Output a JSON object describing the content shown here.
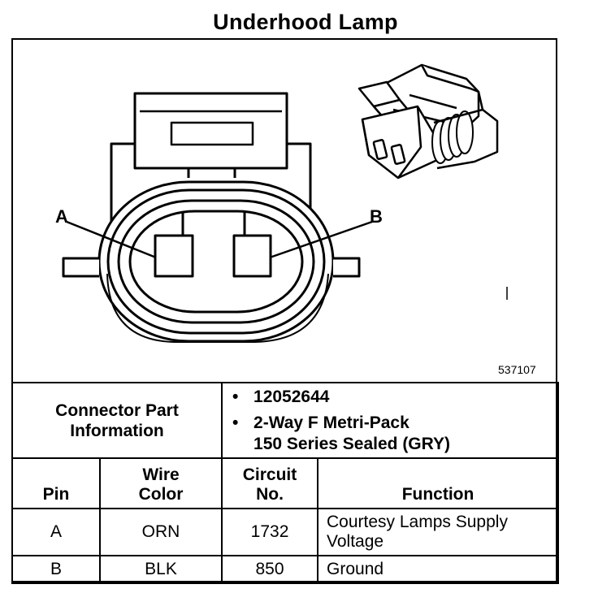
{
  "title": "Underhood Lamp",
  "figure": {
    "figure_number": "537107",
    "pin_labels": [
      "A",
      "B"
    ]
  },
  "connector_info": {
    "label": "Connector Part Information",
    "items": [
      {
        "lines": [
          "12052644"
        ]
      },
      {
        "lines": [
          "2-Way F Metri-Pack",
          "150 Series Sealed (GRY)"
        ]
      }
    ]
  },
  "pin_table": {
    "headers": {
      "pin": "Pin",
      "wire_color": [
        "Wire",
        "Color"
      ],
      "circuit": [
        "Circuit",
        "No."
      ],
      "function": "Function"
    },
    "rows": [
      {
        "pin": "A",
        "wire_color": "ORN",
        "circuit": "1732",
        "function": [
          "Courtesy Lamps Supply",
          "Voltage"
        ]
      },
      {
        "pin": "B",
        "wire_color": "BLK",
        "circuit": "850",
        "function": [
          "Ground"
        ]
      }
    ]
  },
  "bullet_glyph": "•"
}
